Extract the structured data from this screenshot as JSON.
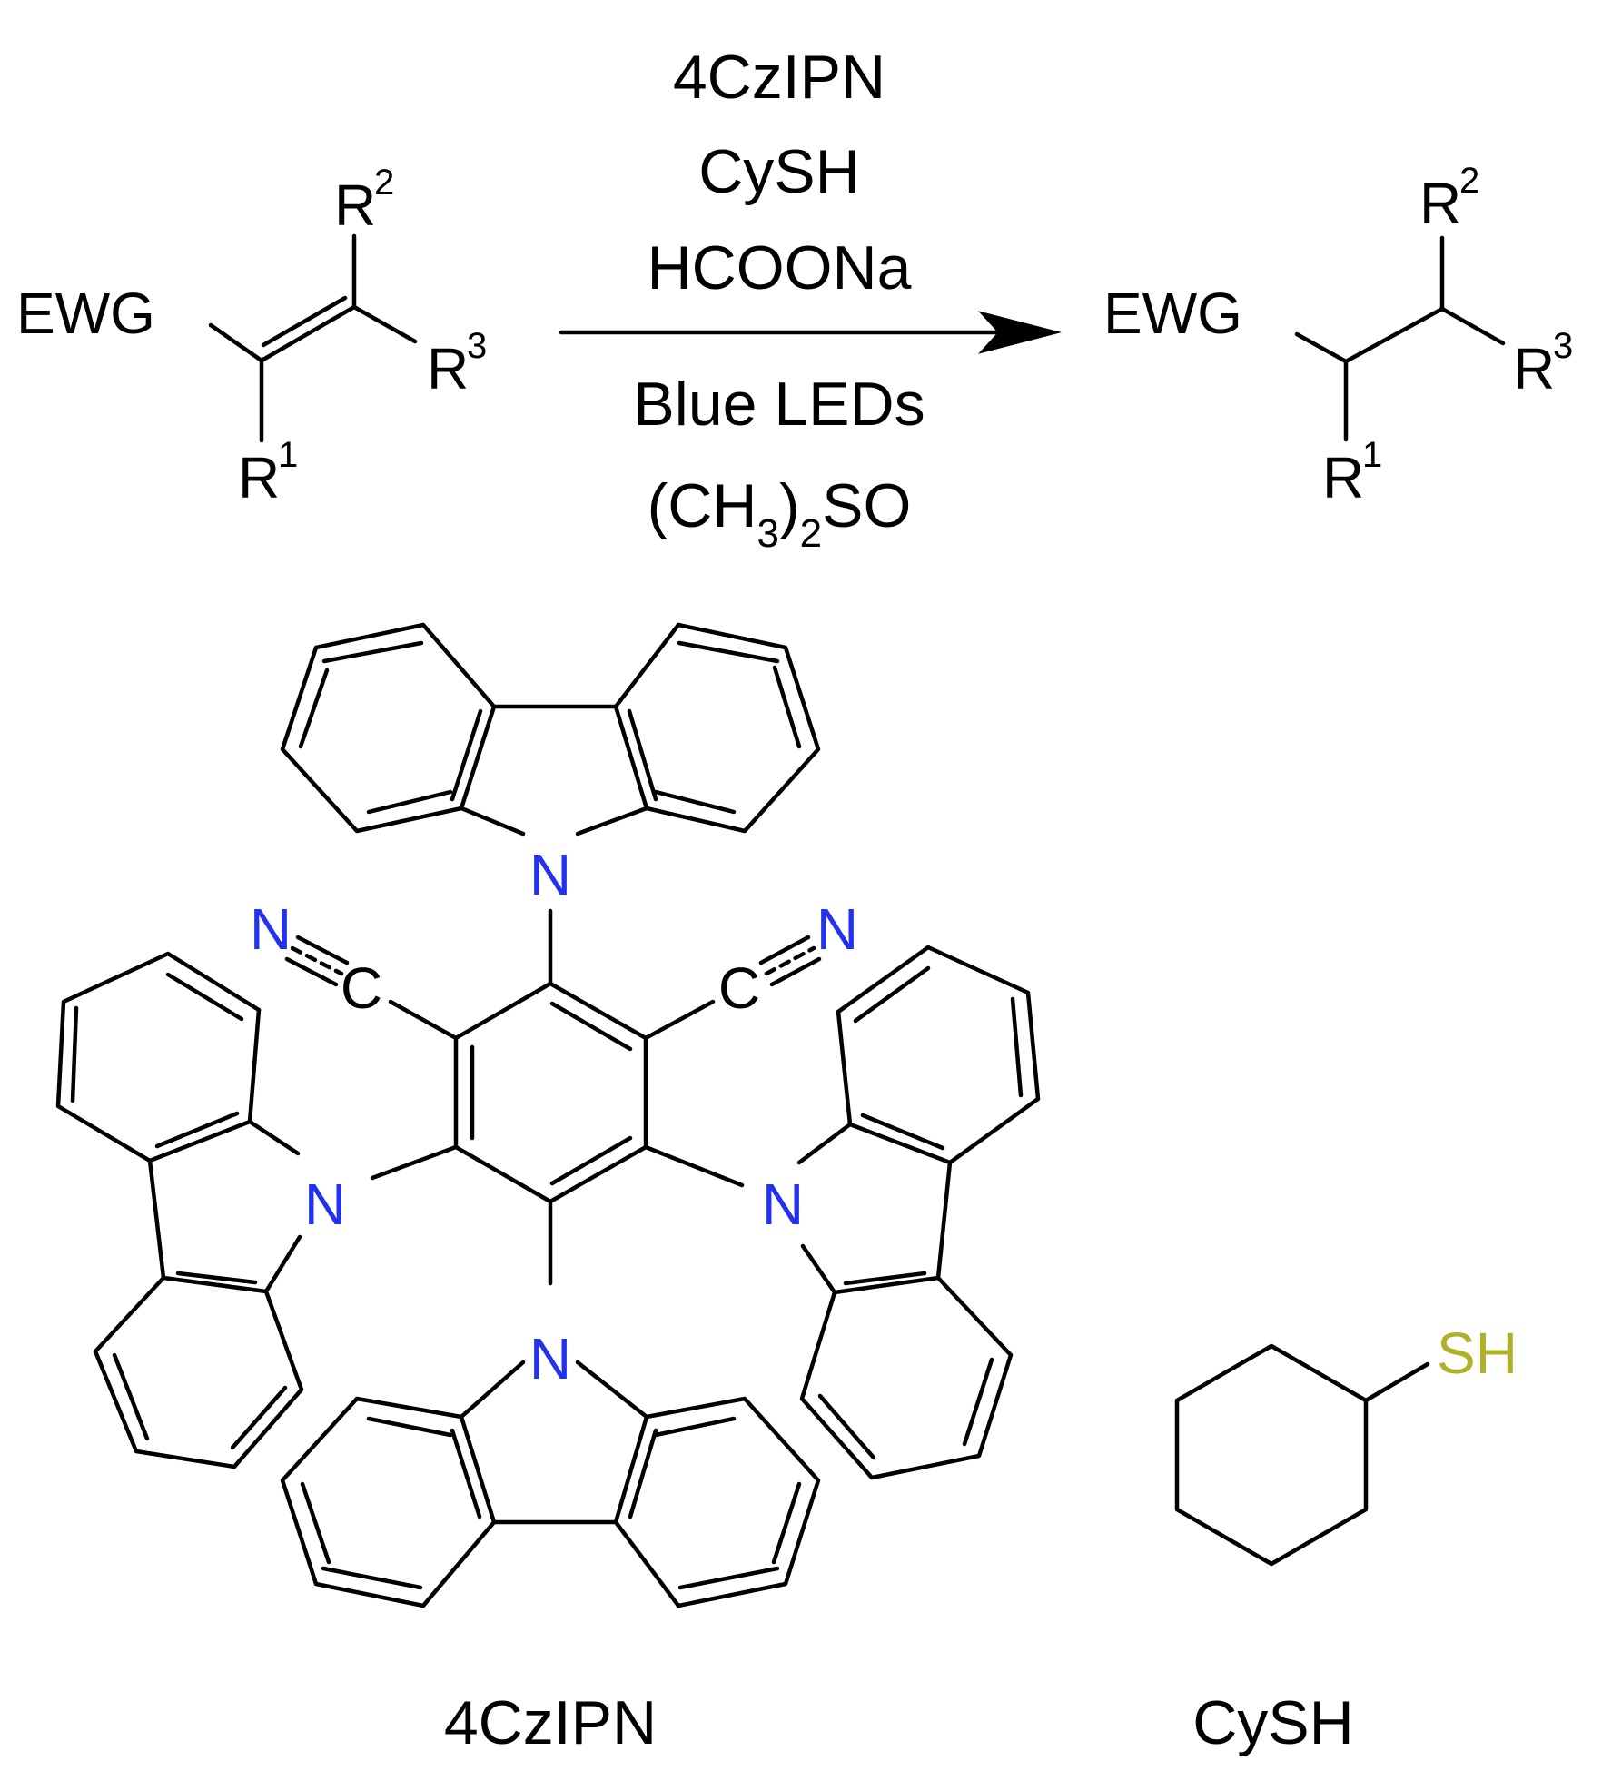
{
  "colors": {
    "nitrogen": "#2232ee",
    "sulfur": "#b0b02a",
    "bond": "#000000",
    "background": "#ffffff"
  },
  "reaction": {
    "reactant": {
      "ewg": "EWG",
      "r1": "R",
      "r1_sup": "1",
      "r2": "R",
      "r2_sup": "2",
      "r3": "R",
      "r3_sup": "3"
    },
    "conditions": {
      "line1": "4CzIPN",
      "line2": "CySH",
      "line3": "HCOONa",
      "line4": "Blue LEDs",
      "solvent": {
        "open": "(CH",
        "sub1": "3",
        "mid": ")",
        "sub2": "2",
        "close": "SO"
      }
    },
    "product": {
      "ewg": "EWG",
      "r1": "R",
      "r1_sup": "1",
      "r2": "R",
      "r2_sup": "2",
      "r3": "R",
      "r3_sup": "3"
    }
  },
  "structures": {
    "czipn": {
      "name": "4CzIPN",
      "atoms": {
        "n_top": "N",
        "n_left": "N",
        "n_right": "N",
        "n_bottom": "N",
        "c_left": "C",
        "c_right": "C",
        "nitrile_n_left": "N",
        "nitrile_n_right": "N"
      }
    },
    "cysh": {
      "name": "CySH",
      "thiol": "SH"
    }
  }
}
